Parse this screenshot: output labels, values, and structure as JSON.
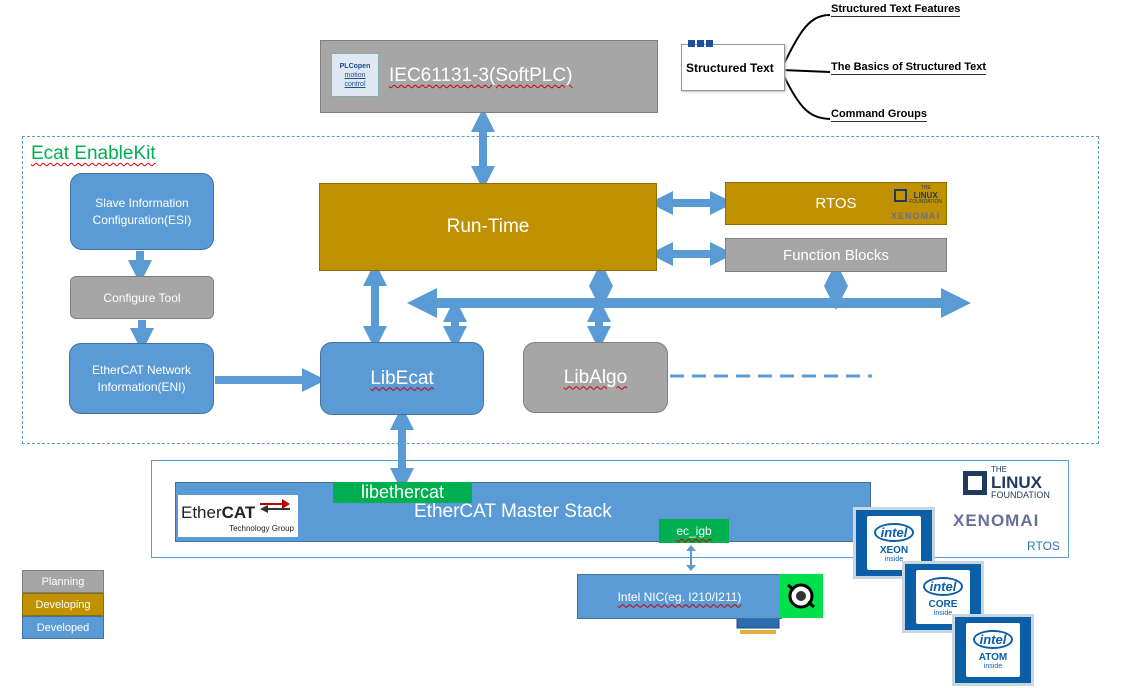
{
  "plc_logo": {
    "line1": "PLCopen",
    "line2": "motion",
    "line3": "control"
  },
  "softplc": "IEC61131-3(SoftPLC)",
  "mindmap": {
    "center": "Structured Text",
    "items": [
      "Structured Text Features",
      "The Basics of Structured Text",
      "Command Groups"
    ]
  },
  "enablekit_label": "Ecat EnableKit",
  "esi": "Slave Information Configuration(ESI)",
  "configure_tool": "Configure Tool",
  "eni": "EtherCAT Network Information(ENI)",
  "runtime": "Run-Time",
  "rtos_box": "RTOS",
  "linux_small": {
    "the": "THE",
    "name": "LINUX",
    "foundation": "FOUNDATION"
  },
  "xenomai_small": "XENOMAI",
  "function_blocks": "Function Blocks",
  "libecat": "LibEcat",
  "libalgo": "LibAlgo",
  "libethercat": "libethercat",
  "master_stack": "EtherCAT Master Stack",
  "ethercat_logo": {
    "main": "Ether",
    "accent": "CAT",
    "sub": "Technology Group"
  },
  "ec_igb": "ec_igb",
  "linux_big": {
    "the": "THE",
    "name": "LINUX",
    "foundation": "FOUNDATION"
  },
  "xenomai_big": "XENOMAI",
  "rtos_label": "RTOS",
  "intel_nic": "Intel NIC(eg. I210/I211)",
  "intel_badges": [
    {
      "logo": "intel",
      "name": "XEON",
      "sub": "inside"
    },
    {
      "logo": "intel",
      "name": "CORE",
      "sub": "inside"
    },
    {
      "logo": "intel",
      "name": "ATOM",
      "sub": "inside"
    }
  ],
  "legend": [
    {
      "label": "Planning",
      "color": "#a6a6a6"
    },
    {
      "label": "Developing",
      "color": "#bf9000"
    },
    {
      "label": "Developed",
      "color": "#5b9bd5"
    }
  ],
  "colors": {
    "developed": "#5b9bd5",
    "developing": "#bf9000",
    "planning": "#a6a6a6",
    "green": "#00b050",
    "kit_label": "#00b050"
  }
}
